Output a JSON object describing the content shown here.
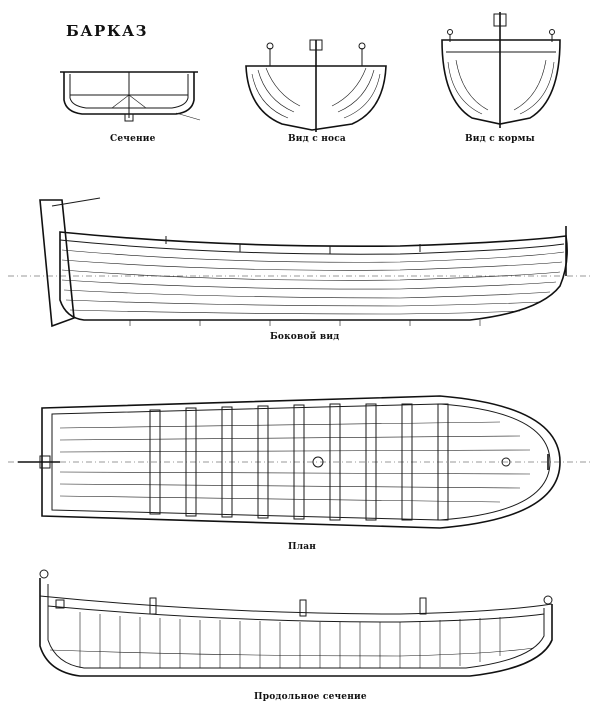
{
  "title": "БАРКАЗ",
  "captions": {
    "section": "Сечение",
    "bow_view": "Вид с носа",
    "stern_view": "Вид с кормы",
    "side_view": "Боковой вид",
    "plan": "План",
    "longitudinal_section": "Продольное сечение"
  }
}
